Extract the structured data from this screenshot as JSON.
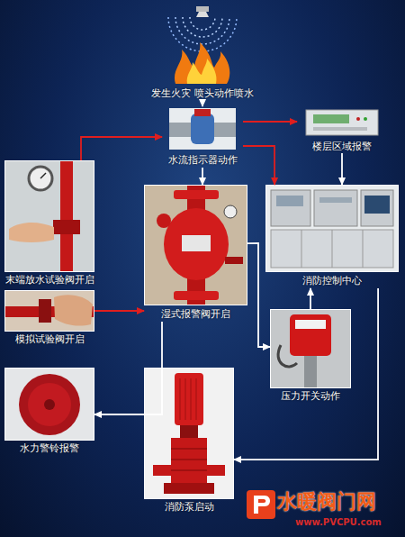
{
  "diagram": {
    "nodes": [
      {
        "text": [
          "发生火灾 喷头动作喷水"
        ]
      },
      {
        "text": [
          "水流指示器动作"
        ]
      },
      {
        "text": [
          "楼层区域报警"
        ]
      },
      {
        "text": [
          "末端放水试验阀开启"
        ]
      },
      {
        "text": [
          "湿式报警阀开启"
        ]
      },
      {
        "text": [
          "消防控制中心"
        ]
      },
      {
        "text": [
          "模拟试验阀开启"
        ]
      },
      {
        "text": [
          "压力开关动作"
        ]
      },
      {
        "text": [
          "水力警铃报警"
        ]
      },
      {
        "text": [
          "消防泵启动"
        ]
      }
    ],
    "edges": [
      {
        "from": 0,
        "to": 1,
        "arrow": "to"
      },
      {
        "from": 3,
        "to": 1,
        "arrow": "to"
      },
      {
        "from": 1,
        "to": 2,
        "arrow": "to"
      },
      {
        "from": 1,
        "to": 5,
        "arrow": "to"
      },
      {
        "from": 1,
        "to": 4,
        "arrow": "to"
      },
      {
        "from": 2,
        "to": 5,
        "arrow": "to"
      },
      {
        "from": 6,
        "to": 4,
        "arrow": "to"
      },
      {
        "from": 4,
        "to": 8,
        "arrow": "to"
      },
      {
        "from": 4,
        "to": 7,
        "arrow": "to"
      },
      {
        "from": 7,
        "to": 5,
        "arrow": "to"
      },
      {
        "from": 5,
        "to": 9,
        "arrow": "to"
      }
    ],
    "labels": [
      "水暖阀门网",
      "www.PVCPU.com"
    ]
  }
}
